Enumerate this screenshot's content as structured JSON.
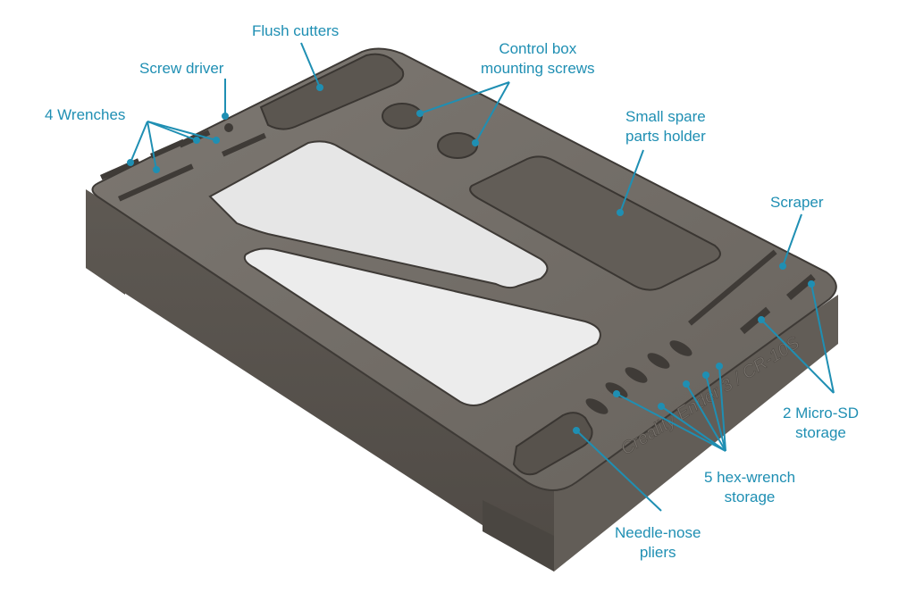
{
  "accent_color": "#1f8fb3",
  "part_color": "#6f6a64",
  "engraving": "Creality Ender 3 / CR-10S",
  "labels": {
    "flush_cutters": [
      "Flush cutters"
    ],
    "screw_driver": [
      "Screw driver"
    ],
    "wrenches": [
      "4 Wrenches"
    ],
    "control_box": [
      "Control box",
      "mounting screws"
    ],
    "spare_parts": [
      "Small spare",
      "parts holder"
    ],
    "scraper": [
      "Scraper"
    ],
    "micro_sd": [
      "2 Micro-SD",
      "storage"
    ],
    "hex_wrench": [
      "5 hex-wrench",
      "storage"
    ],
    "needle_nose": [
      "Needle-nose",
      "pliers"
    ]
  }
}
